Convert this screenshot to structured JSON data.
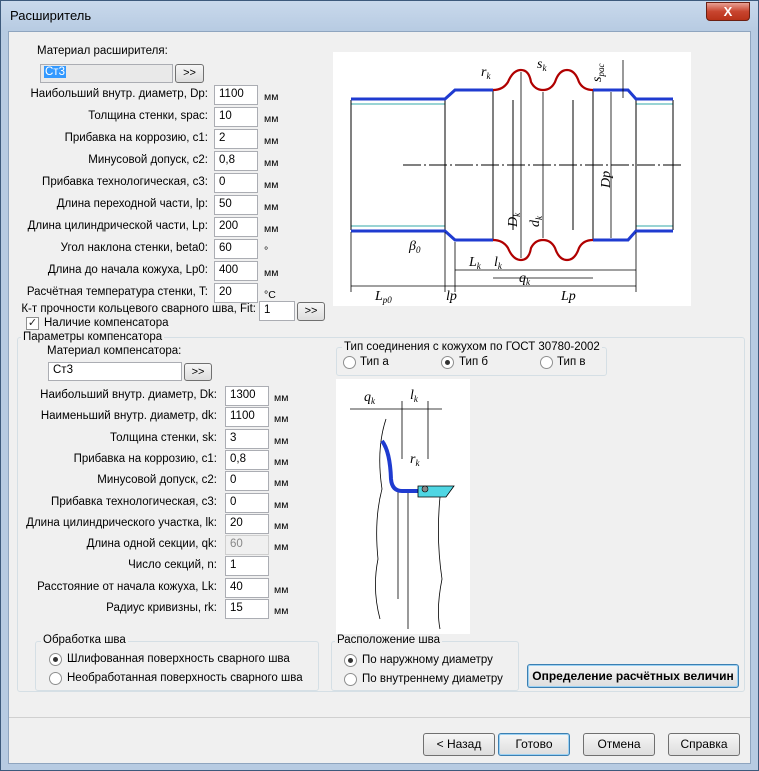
{
  "window": {
    "title": "Расширитель",
    "close_label": "X"
  },
  "material": {
    "label": "Материал расширителя:",
    "value": "Ст3",
    "browse_label": ">>"
  },
  "main_params": [
    {
      "label": "Наибольший внутр. диаметр, Dp:",
      "value": "1100",
      "unit": "мм"
    },
    {
      "label": "Толщина стенки, spac:",
      "value": "10",
      "unit": "мм"
    },
    {
      "label": "Прибавка на коррозию, c1:",
      "value": "2",
      "unit": "мм"
    },
    {
      "label": "Минусовой допуск, c2:",
      "value": "0,8",
      "unit": "мм"
    },
    {
      "label": "Прибавка технологическая, c3:",
      "value": "0",
      "unit": "мм"
    },
    {
      "label": "Длина переходной части, lp:",
      "value": "50",
      "unit": "мм"
    },
    {
      "label": "Длина цилиндрической части, Lp:",
      "value": "200",
      "unit": "мм"
    },
    {
      "label": "Угол наклона стенки, beta0:",
      "value": "60",
      "unit": "°"
    },
    {
      "label": "Длина до начала кожуха, Lp0:",
      "value": "400",
      "unit": "мм"
    },
    {
      "label": "Расчётная температура стенки, T:",
      "value": "20",
      "unit": "°C"
    }
  ],
  "fit": {
    "label": "К-т прочности кольцевого сварного шва, Fit:",
    "value": "1",
    "browse_label": ">>"
  },
  "compensator_checkbox": {
    "label": "Наличие компенсатора",
    "checked": true,
    "mark": "✓"
  },
  "compensator": {
    "group_label": "Параметры компенсатора",
    "material_label": "Материал компенсатора:",
    "material_value": "Ст3",
    "browse_label": ">>",
    "params": [
      {
        "label": "Наибольший внутр. диаметр, Dk:",
        "value": "1300",
        "unit": "мм"
      },
      {
        "label": "Наименьший внутр. диаметр, dk:",
        "value": "1100",
        "unit": "мм"
      },
      {
        "label": "Толщина стенки, sk:",
        "value": "3",
        "unit": "мм"
      },
      {
        "label": "Прибавка на коррозию, c1:",
        "value": "0,8",
        "unit": "мм"
      },
      {
        "label": "Минусовой допуск, c2:",
        "value": "0",
        "unit": "мм"
      },
      {
        "label": "Прибавка технологическая, c3:",
        "value": "0",
        "unit": "мм"
      },
      {
        "label": "Длина цилиндрического участка, lk:",
        "value": "20",
        "unit": "мм"
      },
      {
        "label": "Длина одной секции, qk:",
        "value": "60",
        "unit": "мм"
      },
      {
        "label": "Число секций, n:",
        "value": "1",
        "unit": ""
      },
      {
        "label": "Расстояние от начала кожуха, Lk:",
        "value": "40",
        "unit": "мм"
      },
      {
        "label": "Радиус кривизны, rk:",
        "value": "15",
        "unit": "мм"
      }
    ]
  },
  "connection_type": {
    "label": "Тип соединения с кожухом по ГОСТ 30780-2002",
    "options": [
      "Тип а",
      "Тип б",
      "Тип в"
    ],
    "selected": "Тип б"
  },
  "weld_treatment": {
    "label": "Обработка шва",
    "options": [
      "Шлифованная поверхность сварного шва",
      "Необработанная поверхность сварного шва"
    ],
    "selected": "Шлифованная поверхность сварного шва"
  },
  "weld_location": {
    "label": "Расположение шва",
    "options": [
      "По наружному диаметру",
      "По внутреннему диаметру"
    ],
    "selected": "По наружному диаметру"
  },
  "calc_button": "Определение расчётных величин",
  "drawing_labels": {
    "rk": "r",
    "rk_sub": "k",
    "sk": "s",
    "sk_sub": "k",
    "spac": "s",
    "spac_sub": "pac",
    "Dp": "Dp",
    "Dk": "D",
    "Dk_sub": "k",
    "dk": "d",
    "dk_sub": "k",
    "beta": "β",
    "beta_sub": "0",
    "Lk": "L",
    "Lk_sub": "k",
    "lk": "l",
    "lk_sub": "k",
    "qk": "q",
    "qk_sub": "k",
    "Lp0": "L",
    "Lp0_sub": "p0",
    "lp": "lp",
    "Lp": "Lp"
  },
  "footer": {
    "back": "< Назад",
    "back_hotkey": "Н",
    "ok": "Готово",
    "cancel": "Отмена",
    "help": "Справка"
  }
}
